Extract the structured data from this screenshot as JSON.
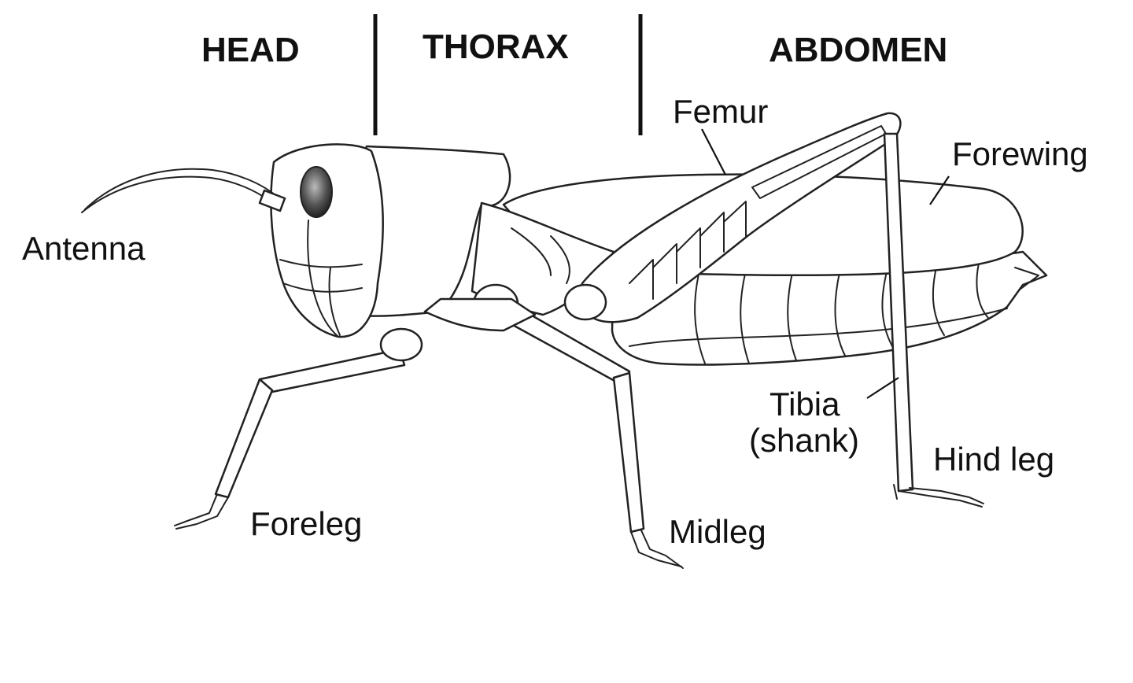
{
  "regions": {
    "head": "HEAD",
    "thorax": "THORAX",
    "abdomen": "ABDOMEN"
  },
  "parts": {
    "femur": "Femur",
    "forewing": "Forewing",
    "antenna": "Antenna",
    "tibia_line1": "Tibia",
    "tibia_line2": "(shank)",
    "hind_leg": "Hind leg",
    "foreleg": "Foreleg",
    "midleg": "Midleg"
  },
  "colors": {
    "line": "#222222",
    "eye_dark": "#222222",
    "eye_light": "#bbbbbb",
    "background": "#ffffff"
  }
}
